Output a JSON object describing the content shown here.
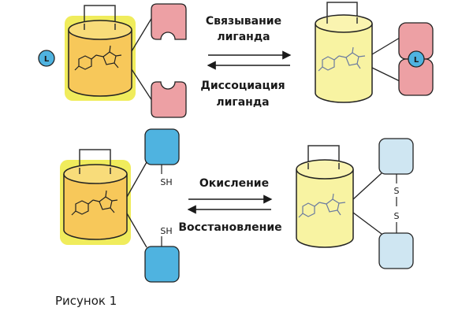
{
  "diagram": {
    "top": {
      "forward_label_line1": "Связывание",
      "forward_label_line2": "лиганда",
      "reverse_label_line1": "Диссоциация",
      "reverse_label_line2": "лиганда",
      "ligand_symbol": "L"
    },
    "bottom": {
      "forward_label": "Окисление",
      "reverse_label": "Восстановление",
      "thiol_label": "SH",
      "sulfur_label": "S"
    },
    "caption": "Рисунок 1",
    "colors": {
      "barrel_bright": "#f7c85a",
      "barrel_glow": "#f0ec5c",
      "barrel_pale": "#f8f3a2",
      "pink_domain": "#eda0a4",
      "blue_domain": "#4fb3e0",
      "pale_blue_domain": "#cfe6f2",
      "ligand": "#4fb3e0"
    }
  }
}
